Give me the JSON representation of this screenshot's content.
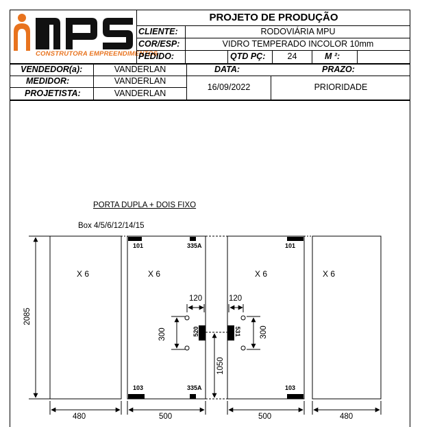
{
  "header": {
    "title": "PROJETO DE PRODUÇÃO",
    "logo": {
      "letters": "MPS",
      "tagline": "CONSTRUTORA EMPREENDIMENTOS",
      "accent_color": "#e8731e"
    },
    "fields": {
      "cliente_label": "CLIENTE:",
      "cliente_value": "RODOVIÁRIA MPU",
      "cor_label": "COR/ESP:",
      "cor_value": "VIDRO TEMPERADO INCOLOR 10mm",
      "pedido_label": "PEDIDO:",
      "pedido_value": "",
      "qtd_label": "QTD PÇ:",
      "qtd_value": "24",
      "m2_label": "M ²:",
      "m2_value": "",
      "vendedor_label": "VENDEDOR(a):",
      "vendedor_value": "VANDERLAN",
      "medidor_label": "MEDIDOR:",
      "medidor_value": "VANDERLAN",
      "projetista_label": "PROJETISTA:",
      "projetista_value": "VANDERLAN",
      "data_label": "DATA:",
      "data_value": "16/09/2022",
      "prazo_label": "PRAZO:",
      "prazo_value": "PRIORIDADE"
    }
  },
  "drawing": {
    "title": "PORTA DUPLA + DOIS FIXO",
    "subtitle": "Box 4/5/6/12/14/15",
    "height_dim": "2085",
    "panels": [
      {
        "qty": "X  6",
        "width": "480"
      },
      {
        "qty": "X  6",
        "width": "500"
      },
      {
        "qty": "X  6",
        "width": "500"
      },
      {
        "qty": "X  6",
        "width": "480"
      }
    ],
    "hardware": {
      "top_left": "101",
      "top_right": "335A",
      "bottom_left": "103",
      "bottom_right": "335A",
      "right_top": "101",
      "right_bottom": "103",
      "handle_left": "520",
      "handle_right": "531"
    },
    "dims": {
      "hole_offset_left": "120",
      "hole_offset_right": "120",
      "hole_spacing_left": "300",
      "hole_spacing_right": "300",
      "handle_height": "1050"
    }
  }
}
